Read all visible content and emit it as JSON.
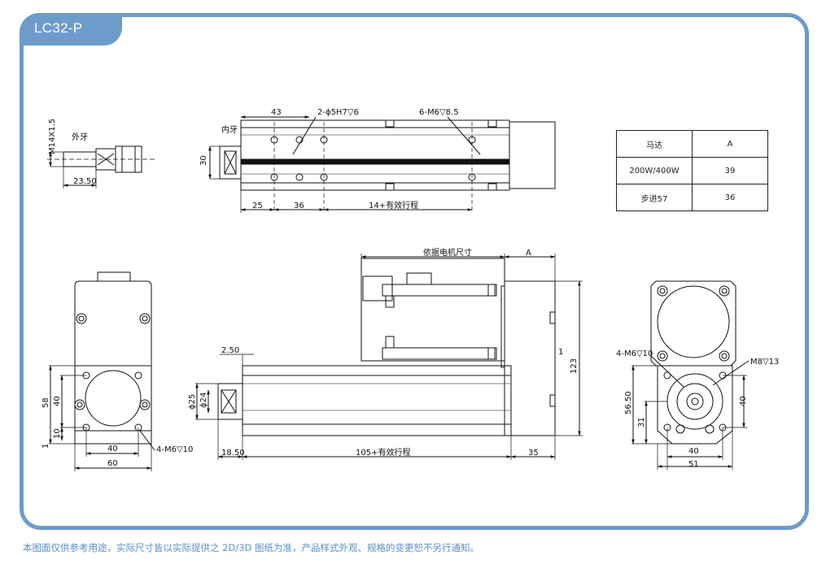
{
  "model": "LC32-P",
  "footer_note": "本图面仅供参考用途，实际尺寸皆以实际提供之 2D/3D 图纸为准，产品样式外观、规格的变更恕不另行通知。",
  "table": {
    "header": [
      "马达",
      "A"
    ],
    "rows": [
      [
        "200W/400W",
        "39"
      ],
      [
        "步进57",
        "36"
      ]
    ]
  },
  "labels": {
    "thread_spec": "M14X1.5",
    "ext_thread": "外牙",
    "int_thread": "内牙",
    "d_23_50": "23.50",
    "d_43": "43",
    "d_30": "30",
    "d_25": "25",
    "d_36": "36",
    "stroke_14": "14+有效行程",
    "hole_2": "2-ϕ5H7▽6",
    "hole_6": "6-M6▽8.5",
    "motor_size": "依据电机尺寸",
    "dim_A": "A",
    "d_2_50": "2.50",
    "d_phi25": "ϕ25",
    "d_phi24": "ϕ24",
    "d_1_right": "1",
    "d_123": "123",
    "d_18_50": "18.50",
    "stroke_105": "105+有效行程",
    "d_35": "35",
    "d_58": "58",
    "d_40_left": "40",
    "d_10": "10",
    "d_1_left": "1",
    "d_40_bottom": "40",
    "d_60": "60",
    "m6_left": "4-M6▽10",
    "m6_right": "4-M6▽10",
    "m8": "M8▽13",
    "d_56_50": "56.50",
    "d_31": "31",
    "d_40_right": "40",
    "d_40_br": "40",
    "d_51": "51"
  },
  "colors": {
    "frame": "#6d9ccb",
    "footer": "#5a8fc6",
    "line": "#111111"
  }
}
